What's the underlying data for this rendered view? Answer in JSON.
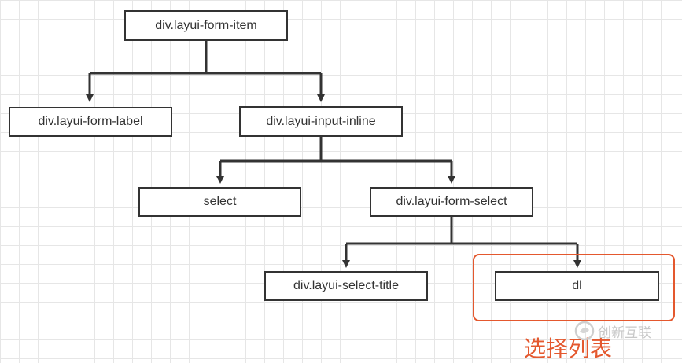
{
  "nodes": {
    "root": "div.layui-form-item",
    "label": "div.layui-form-label",
    "input_inline": "div.layui-input-inline",
    "select": "select",
    "form_select": "div.layui-form-select",
    "select_title": "div.layui-select-title",
    "dl": "dl"
  },
  "highlight": {
    "caption": "选择列表",
    "color": "#e4582e"
  },
  "watermark": {
    "text": "创新互联",
    "icon": "logo-swirl-icon"
  },
  "colors": {
    "line": "#333333",
    "grid": "#e6e6e6"
  }
}
